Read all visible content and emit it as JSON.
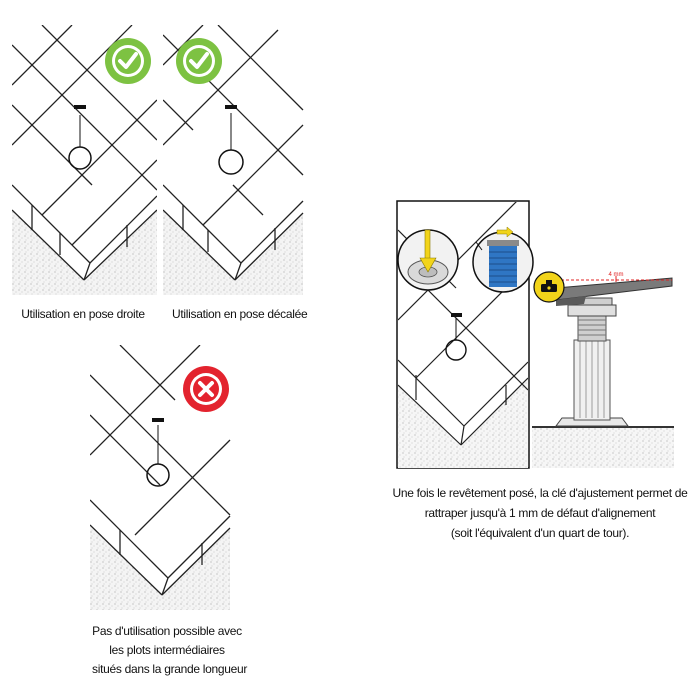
{
  "panels": {
    "straight": {
      "caption": "Utilisation en pose droite",
      "status": "allowed"
    },
    "offset": {
      "caption": "Utilisation en pose décalée",
      "status": "allowed"
    },
    "forbidden": {
      "caption_lines": [
        "Pas d'utilisation possible avec",
        "les plots intermédiaires",
        "situés dans la grande longueur"
      ],
      "status": "not-allowed"
    },
    "adjustment": {
      "caption_lines": [
        "Une fois le revêtement posé, la clé d'ajustement permet de",
        "rattraper jusqu'à 1 mm de défaut d'alignement",
        "(soit l'équivalent d'un quart de tour)."
      ],
      "dimension_label": "4 mm"
    }
  },
  "colors": {
    "check_green": "#7dc242",
    "cross_red": "#e3232e",
    "key_yellow": "#f2d41a",
    "blue_thread": "#2f76c4",
    "adjust_red": "#e02020"
  },
  "icons": [
    "check-icon",
    "cross-icon",
    "adjustment-key-icon"
  ]
}
